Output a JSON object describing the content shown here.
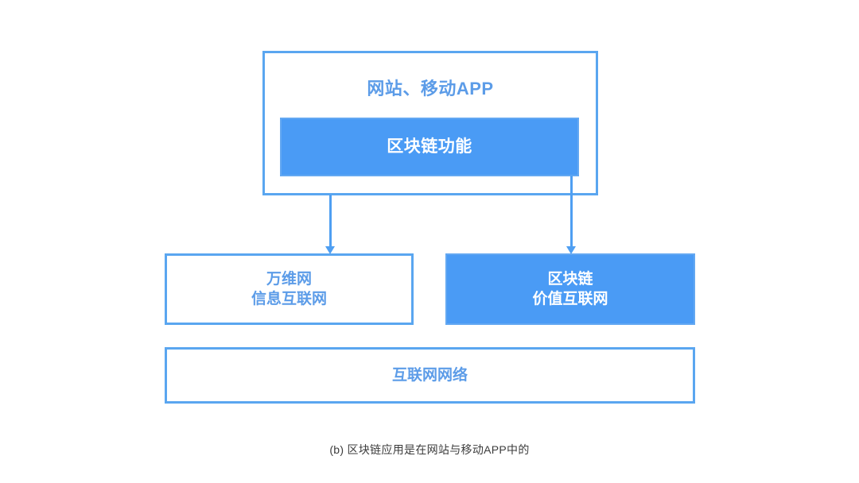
{
  "figure": {
    "caption": "(b) 区块链应用是在网站与移动APP中的",
    "colors": {
      "fill_blue": "#4a9bf5",
      "border_blue": "#5aa6f0",
      "text_blue": "#5c9ce8",
      "connector_blue": "#4f9ff2",
      "caption_text": "#3c3c3c",
      "background": "#ffffff"
    }
  },
  "nodes": {
    "container": {
      "label": "网站、移动APP",
      "style": "outline"
    },
    "feature": {
      "label": "区块链功能",
      "style": "filled"
    },
    "web": {
      "line1": "万维网",
      "line2": "信息互联网",
      "style": "outline"
    },
    "blockchain": {
      "line1": "区块链",
      "line2": "价值互联网",
      "style": "filled"
    },
    "network": {
      "label": "互联网网络",
      "style": "outline"
    }
  },
  "connectors": [
    {
      "name": "container-to-web",
      "from": "container",
      "to": "web",
      "direction": "down"
    },
    {
      "name": "feature-to-blockchain",
      "from": "feature",
      "to": "blockchain",
      "direction": "down"
    }
  ]
}
